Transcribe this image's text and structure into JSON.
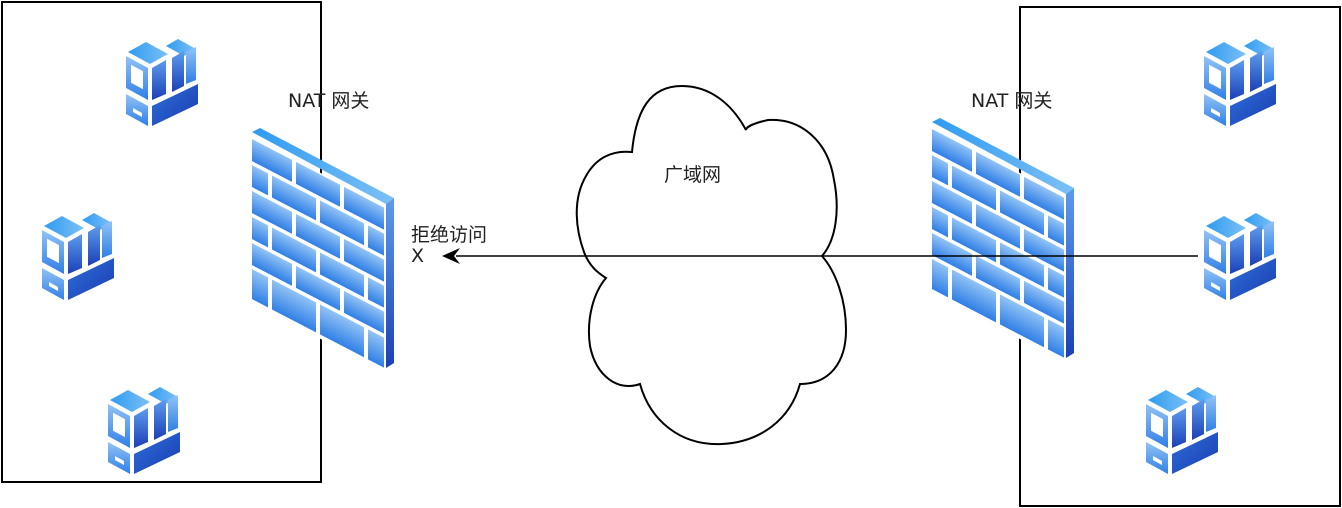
{
  "diagram": {
    "left_network": {
      "gateway_label": "NAT 网关",
      "hosts": [
        "host-1",
        "host-2",
        "host-3"
      ]
    },
    "right_network": {
      "gateway_label": "NAT 网关",
      "hosts": [
        "host-1",
        "host-2",
        "host-3"
      ]
    },
    "wan": {
      "label": "广域网"
    },
    "connection": {
      "label": "拒绝访问",
      "blocked_marker": "X",
      "direction": "right-to-left"
    },
    "colors": {
      "line": "#000000",
      "icon_light": "#8ec0f4",
      "icon_mid": "#3a8ee8",
      "icon_dark": "#1d4fc4",
      "background": "#ffffff"
    }
  }
}
